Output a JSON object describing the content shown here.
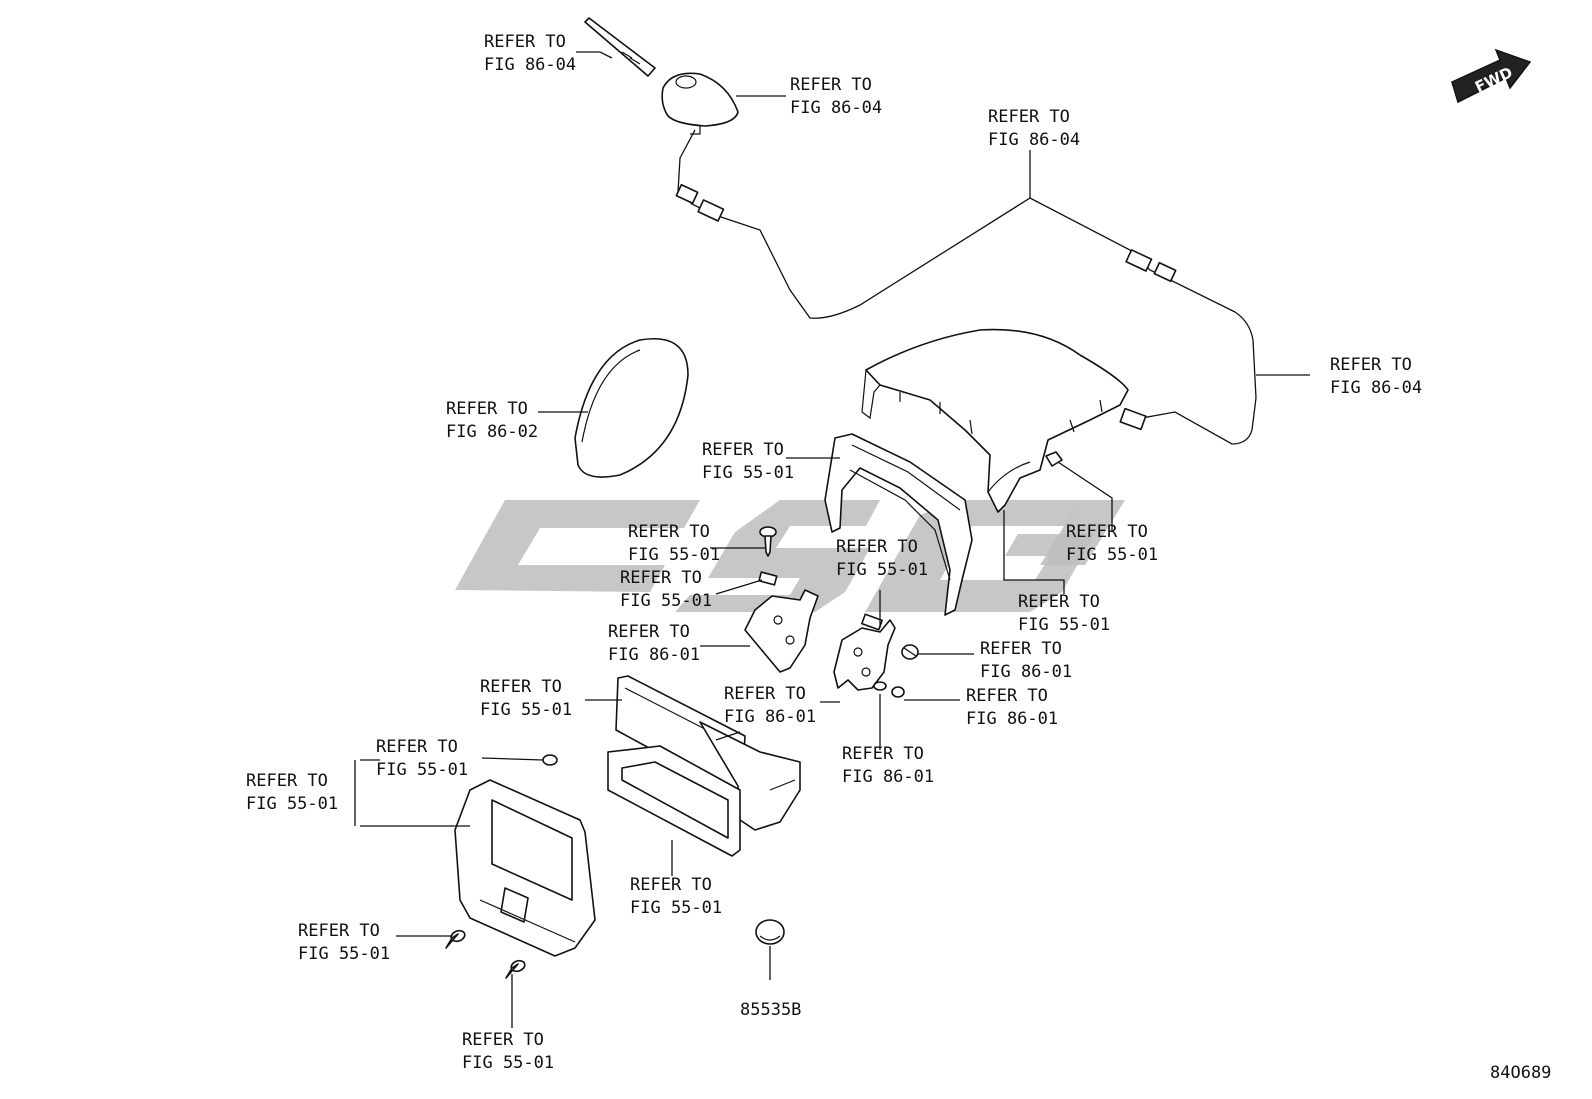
{
  "diagram": {
    "refer_line1": "REFER TO",
    "callouts": [
      {
        "id": "antenna-rod",
        "line2": "FIG 86-04"
      },
      {
        "id": "antenna-base",
        "line2": "FIG 86-04"
      },
      {
        "id": "antenna-feeder",
        "line2": "FIG 86-04"
      },
      {
        "id": "feeder-end",
        "line2": "FIG 86-04"
      },
      {
        "id": "speaker-disc",
        "line2": "FIG 86-02"
      },
      {
        "id": "display-frame",
        "line2": "FIG 55-01"
      },
      {
        "id": "screw-upper",
        "line2": "FIG 55-01"
      },
      {
        "id": "clip-upper",
        "line2": "FIG 55-01"
      },
      {
        "id": "bracket-left",
        "line2": "FIG 86-01"
      },
      {
        "id": "frame-clip",
        "line2": "FIG 55-01"
      },
      {
        "id": "hood-clip",
        "line2": "FIG 55-01"
      },
      {
        "id": "hood-bracket",
        "line2": "FIG 55-01"
      },
      {
        "id": "bolt-right-upper",
        "line2": "FIG 86-01"
      },
      {
        "id": "bolt-right-lower",
        "line2": "FIG 86-01"
      },
      {
        "id": "bracket-right",
        "line2": "FIG 86-01"
      },
      {
        "id": "screw-bracket",
        "line2": "FIG 86-01"
      },
      {
        "id": "audio-unit",
        "line2": "FIG 55-01"
      },
      {
        "id": "clip-lower",
        "line2": "FIG 55-01"
      },
      {
        "id": "finisher",
        "line2": "FIG 55-01"
      },
      {
        "id": "housing",
        "line2": "FIG 55-01"
      },
      {
        "id": "screw-lower-left",
        "line2": "FIG 55-01"
      },
      {
        "id": "screw-lower-bottom",
        "line2": "FIG 55-01"
      }
    ],
    "part_number": "85535B",
    "figure_code": "84O689",
    "fwd_label": "FWD"
  }
}
